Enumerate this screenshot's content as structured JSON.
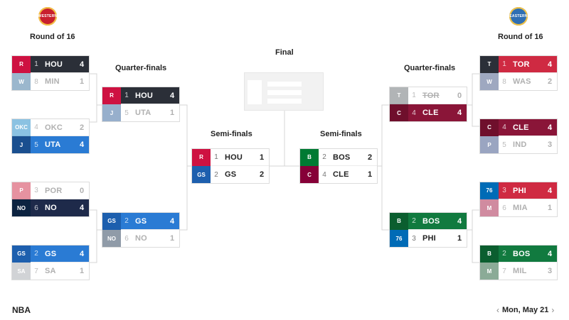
{
  "header": {
    "west_logo_text": "WESTERN",
    "east_logo_text": "EASTERN",
    "rounds": {
      "round16_west": "Round of 16",
      "round16_east": "Round of 16",
      "qf_west": "Quarter-finals",
      "qf_east": "Quarter-finals",
      "sf_west": "Semi-finals",
      "sf_east": "Semi-finals",
      "final": "Final"
    }
  },
  "colors": {
    "HOU": "#ce1141",
    "MIN": "#236192",
    "OKC": "#007ac1",
    "UTA": "#1a6bb8",
    "POR": "#c8102e",
    "NO": "#1c2b4c",
    "GS": "#1d5fae",
    "SA": "#9aa0a6",
    "TOR": "#ce1141",
    "WAS": "#2a3f75",
    "CLE": "#860038",
    "IND": "#213a78",
    "PHI": "#006bb6",
    "MIA": "#98002e",
    "BOS": "#007a33",
    "MIL": "#00471b",
    "dark_win": "#2b2f38",
    "red_win": "#cf2a42",
    "wine_win": "#8a1538",
    "green_win": "#117a3f",
    "navy_win": "#1e2a4a",
    "blue_win": "#2a7bd4"
  },
  "matchups": {
    "w16_1": {
      "top": {
        "seed": "1",
        "abbr": "HOU",
        "wins": "4"
      },
      "bot": {
        "seed": "8",
        "abbr": "MIN",
        "wins": "1"
      }
    },
    "w16_2": {
      "top": {
        "seed": "4",
        "abbr": "OKC",
        "wins": "2"
      },
      "bot": {
        "seed": "5",
        "abbr": "UTA",
        "wins": "4"
      }
    },
    "w16_3": {
      "top": {
        "seed": "3",
        "abbr": "POR",
        "wins": "0"
      },
      "bot": {
        "seed": "6",
        "abbr": "NO",
        "wins": "4"
      }
    },
    "w16_4": {
      "top": {
        "seed": "2",
        "abbr": "GS",
        "wins": "4"
      },
      "bot": {
        "seed": "7",
        "abbr": "SA",
        "wins": "1"
      }
    },
    "wqf_1": {
      "top": {
        "seed": "1",
        "abbr": "HOU",
        "wins": "4"
      },
      "bot": {
        "seed": "5",
        "abbr": "UTA",
        "wins": "1"
      }
    },
    "wqf_2": {
      "top": {
        "seed": "2",
        "abbr": "GS",
        "wins": "4"
      },
      "bot": {
        "seed": "6",
        "abbr": "NO",
        "wins": "1"
      }
    },
    "wsf": {
      "top": {
        "seed": "1",
        "abbr": "HOU",
        "wins": "1"
      },
      "bot": {
        "seed": "2",
        "abbr": "GS",
        "wins": "2"
      }
    },
    "esf": {
      "top": {
        "seed": "2",
        "abbr": "BOS",
        "wins": "2"
      },
      "bot": {
        "seed": "4",
        "abbr": "CLE",
        "wins": "1"
      }
    },
    "eqf_1": {
      "top": {
        "seed": "1",
        "abbr": "TOR",
        "wins": "0"
      },
      "bot": {
        "seed": "4",
        "abbr": "CLE",
        "wins": "4"
      }
    },
    "eqf_2": {
      "top": {
        "seed": "2",
        "abbr": "BOS",
        "wins": "4"
      },
      "bot": {
        "seed": "3",
        "abbr": "PHI",
        "wins": "1"
      }
    },
    "e16_1": {
      "top": {
        "seed": "1",
        "abbr": "TOR",
        "wins": "4"
      },
      "bot": {
        "seed": "8",
        "abbr": "WAS",
        "wins": "2"
      }
    },
    "e16_2": {
      "top": {
        "seed": "4",
        "abbr": "CLE",
        "wins": "4"
      },
      "bot": {
        "seed": "5",
        "abbr": "IND",
        "wins": "3"
      }
    },
    "e16_3": {
      "top": {
        "seed": "3",
        "abbr": "PHI",
        "wins": "4"
      },
      "bot": {
        "seed": "6",
        "abbr": "MIA",
        "wins": "1"
      }
    },
    "e16_4": {
      "top": {
        "seed": "2",
        "abbr": "BOS",
        "wins": "4"
      },
      "bot": {
        "seed": "7",
        "abbr": "MIL",
        "wins": "3"
      }
    }
  },
  "footer": {
    "league": "NBA",
    "date": "Mon, May 21",
    "prev": "‹",
    "next": "›"
  }
}
